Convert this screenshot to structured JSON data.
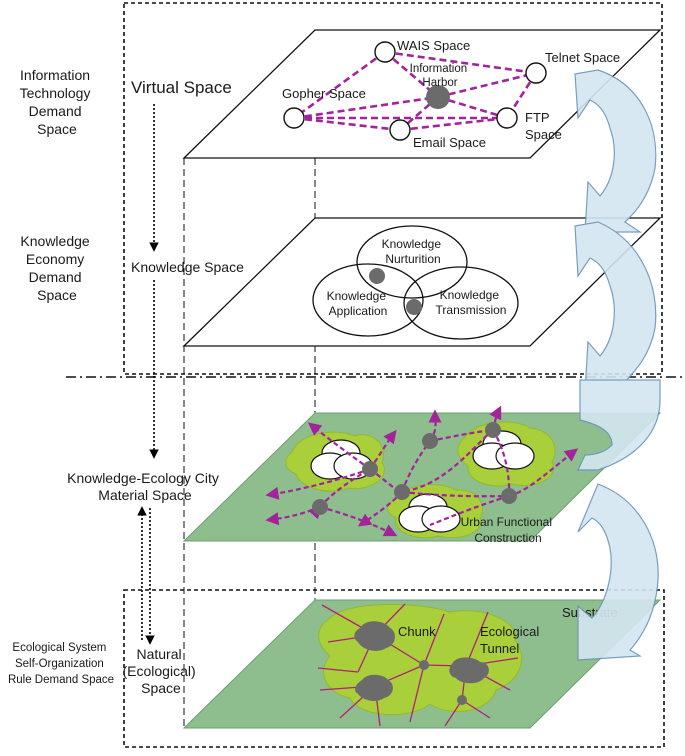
{
  "left_labels": {
    "info_tech": [
      "Information",
      "Technology",
      "Demand",
      "Space"
    ],
    "knowledge_economy": [
      "Knowledge",
      "Economy",
      "Demand",
      "Space"
    ],
    "ecological": [
      "Ecological System",
      "Self-Organization",
      "Rule Demand Space"
    ]
  },
  "layers": {
    "virtual": {
      "title": "Virtual Space",
      "nodes": {
        "wais": "WAIS Space",
        "harbor": [
          "Information",
          "Harbor"
        ],
        "telnet": "Telnet Space",
        "gopher": "Gopher Space",
        "ftp": [
          "FTP",
          "Space"
        ],
        "email": "Email Space"
      }
    },
    "knowledge": {
      "title": "Knowledge Space",
      "circles": {
        "nurturition": [
          "Knowledge",
          "Nurturition"
        ],
        "application": [
          "Knowledge",
          "Application"
        ],
        "transmission": [
          "Knowledge",
          "Transmission"
        ]
      }
    },
    "city": {
      "title": [
        "Knowledge-Ecology City",
        "Material Space"
      ],
      "label": [
        "Urban Functional",
        "Construction"
      ]
    },
    "natural": {
      "title": [
        "Natural",
        "(Ecological)",
        "Space"
      ],
      "chunk": "Chunk",
      "tunnel": [
        "Ecological",
        "Tunnel"
      ],
      "substrate": "Substrate"
    }
  },
  "colors": {
    "dashed_link": "#a3239b",
    "green_plane": "#8fbe8e",
    "green_patch": "#a9cf3a",
    "node_gray": "#6b6b6b",
    "arrow_fill": "#d4e6f1",
    "arrow_stroke": "#6a94b8"
  }
}
